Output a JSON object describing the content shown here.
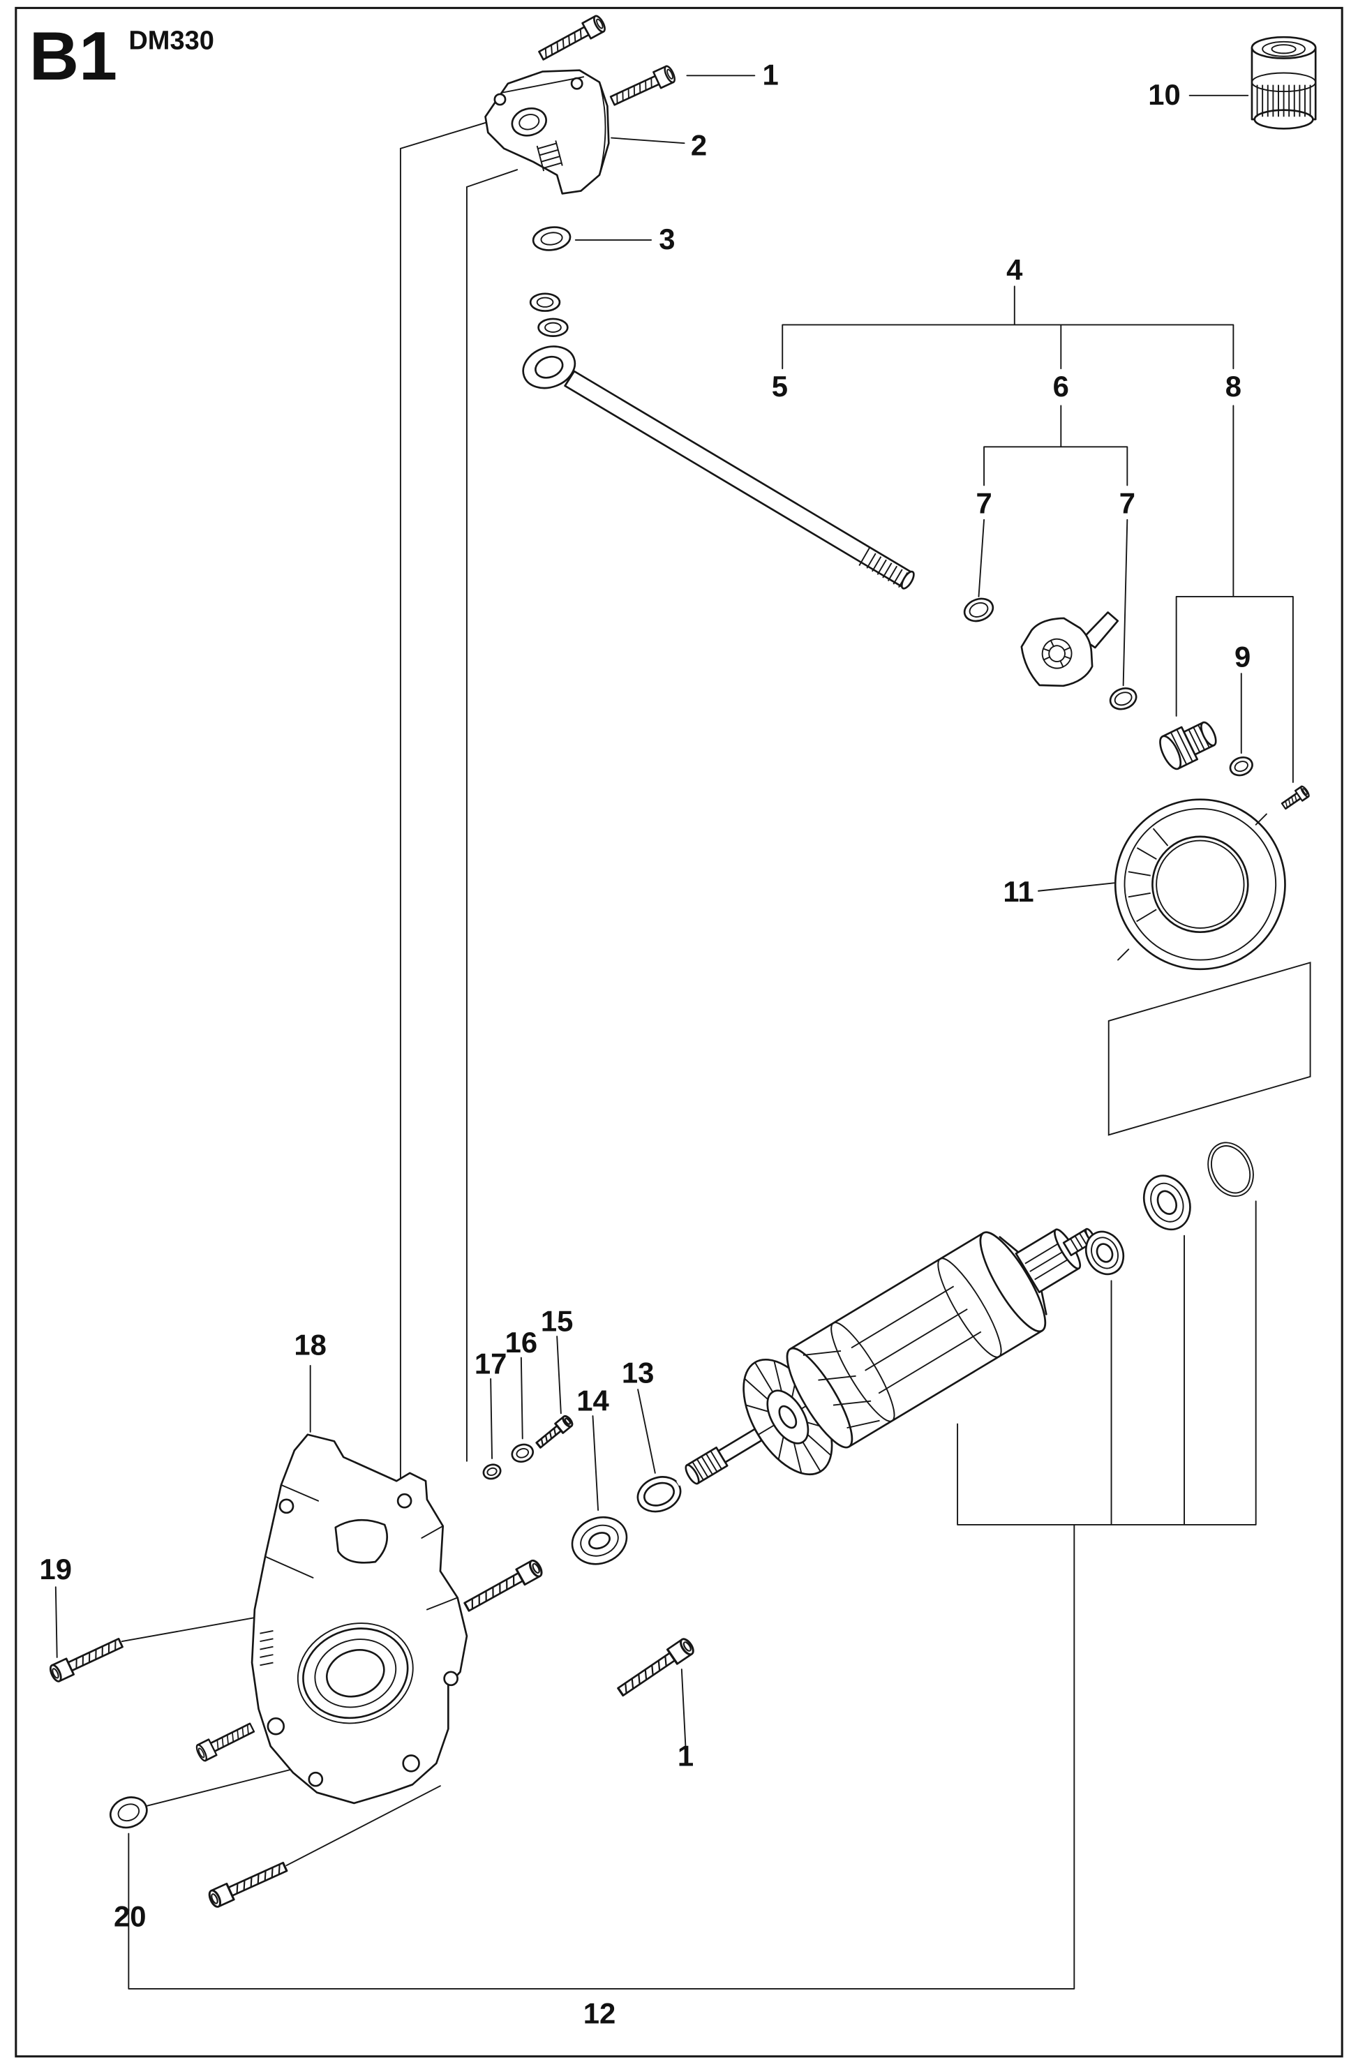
{
  "page": {
    "code": "B1",
    "model": "DM330"
  },
  "colors": {
    "ink": "#161616",
    "paper": "#ffffff"
  },
  "callouts": {
    "c1_top": "1",
    "c2": "2",
    "c3": "3",
    "c4": "4",
    "c5": "5",
    "c6": "6",
    "c7_left": "7",
    "c7_right": "7",
    "c8": "8",
    "c9": "9",
    "c10": "10",
    "c11": "11",
    "c12": "12",
    "c13": "13",
    "c14": "14",
    "c15": "15",
    "c16": "16",
    "c17": "17",
    "c18": "18",
    "c19": "19",
    "c20": "20",
    "c1_bottom": "1"
  }
}
